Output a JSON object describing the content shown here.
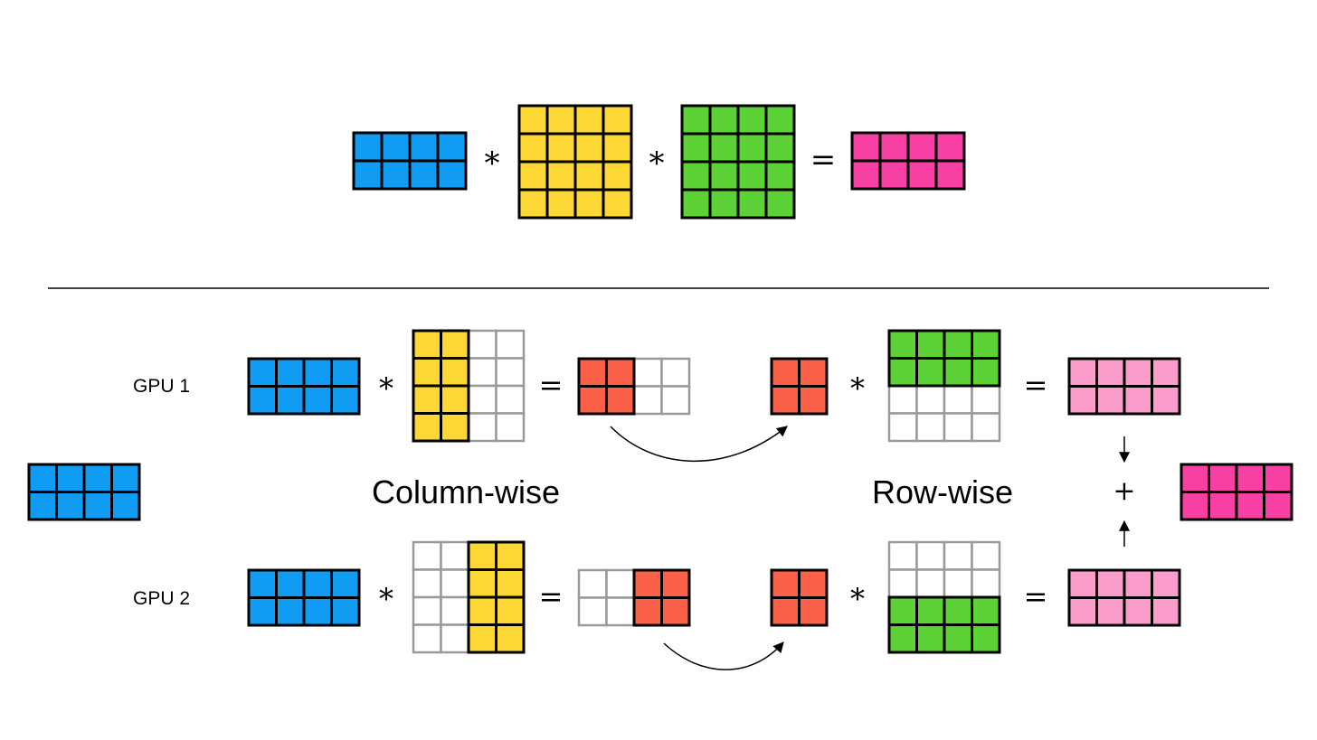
{
  "colors": {
    "blue": "#0f9cf2",
    "yellow": "#fdd835",
    "green": "#5cd237",
    "magenta": "#f73fa4",
    "red": "#fa6148",
    "pink": "#fb9dcb",
    "empty": "#ffffff",
    "grid_active": "#000000",
    "grid_inactive": "#999999"
  },
  "operators": {
    "multiply": "*",
    "equals": "=",
    "plus": "+"
  },
  "labels": {
    "gpu1": "GPU 1",
    "gpu2": "GPU 2",
    "column_wise": "Column-wise",
    "row_wise": "Row-wise"
  },
  "matrices": {
    "input": {
      "rows": 2,
      "cols": 4
    },
    "weight_a": {
      "rows": 4,
      "cols": 4
    },
    "weight_b": {
      "rows": 4,
      "cols": 4
    },
    "output": {
      "rows": 2,
      "cols": 4
    },
    "partial_intermediate": {
      "rows": 2,
      "cols": 2
    },
    "partial_output": {
      "rows": 2,
      "cols": 4
    }
  }
}
